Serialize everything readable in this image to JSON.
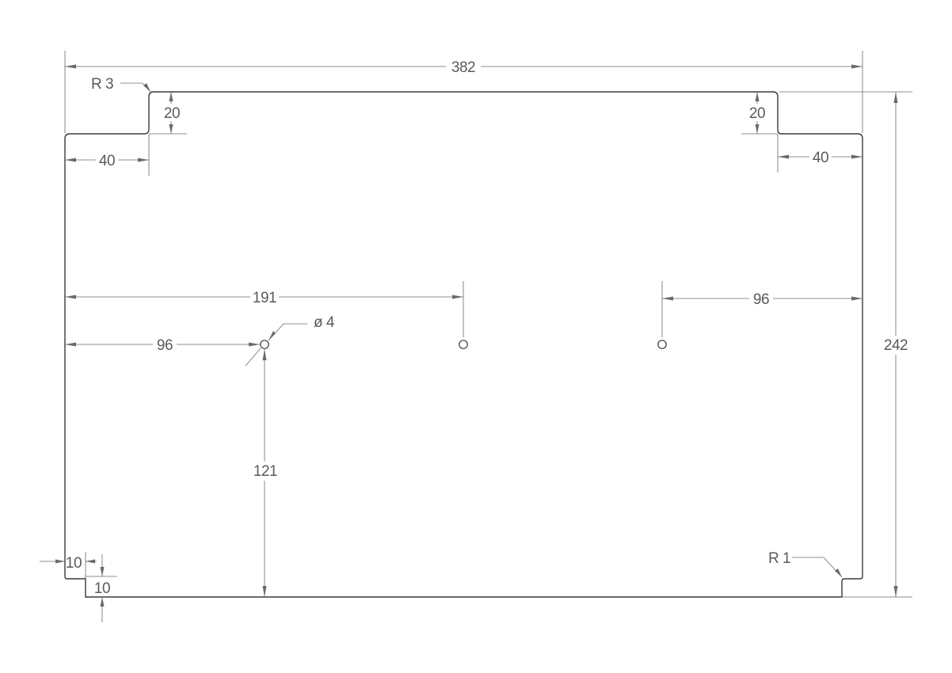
{
  "dimensions": {
    "overall_width": "382",
    "overall_height": "242",
    "tab_height_left": "20",
    "tab_height_right": "20",
    "tab_width_left": "40",
    "tab_width_right": "40",
    "hole_center_distance": "191",
    "hole_right_distance": "96",
    "hole_left_distance": "96",
    "hole_diameter": "ø 4",
    "hole_height": "121",
    "corner_radius_top": "R 3",
    "corner_radius_bottom": "R 1",
    "notch_width": "10",
    "notch_height": "10"
  }
}
